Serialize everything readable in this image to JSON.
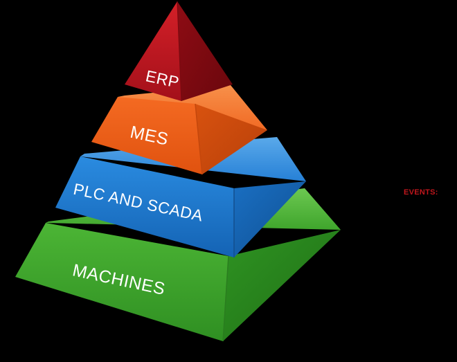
{
  "diagram": {
    "tiers": [
      {
        "id": "erp",
        "label": "ERP",
        "color": "#c0161c"
      },
      {
        "id": "mes",
        "label": "MES",
        "color": "#ef5f1c"
      },
      {
        "id": "plc",
        "label": "PLC AND SCADA",
        "color": "#1f7fd4"
      },
      {
        "id": "machines",
        "label": "MACHINES",
        "color": "#3fa52c"
      }
    ],
    "side_label": "EVENTS:",
    "side_label_color": "#c0161c"
  }
}
